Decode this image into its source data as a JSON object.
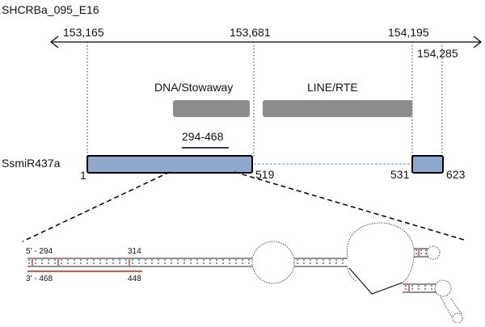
{
  "title": "SHCRBa_095_E16",
  "scale": {
    "positions": [
      "153,165",
      "153,681",
      "154,195",
      "154,285"
    ]
  },
  "repeats": [
    {
      "label": "DNA/Stowaway"
    },
    {
      "label": "LINE/RTE"
    }
  ],
  "mirna_label": "SsmiR437a",
  "region_label": "294-468",
  "exon_coords": {
    "start": "1",
    "end1": "519",
    "start2": "531",
    "end2": "623"
  },
  "hairpin": {
    "five_prime": "5' - 294",
    "three_prime": "3' - 468",
    "pos_314": "314",
    "pos_448": "448"
  },
  "colors": {
    "exon_fill": "#8fa9cc",
    "repeat_fill": "#8c8c8c",
    "intron_line": "#4aa0d8",
    "mature_mirna": "#e53b2c"
  }
}
